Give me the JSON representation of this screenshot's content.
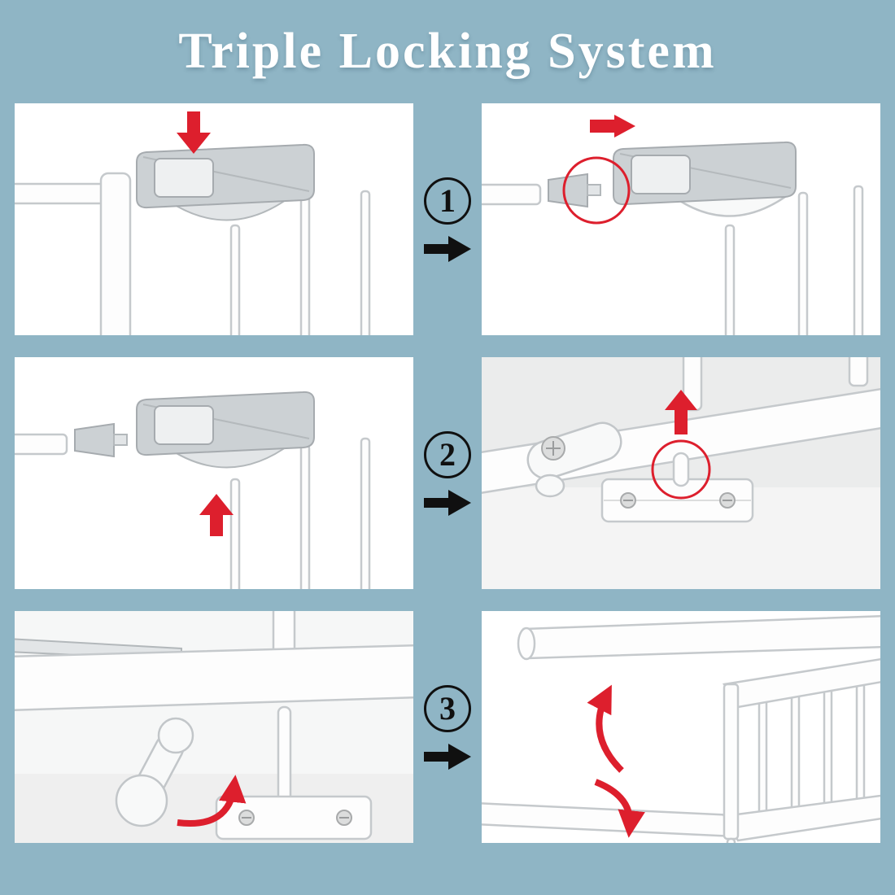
{
  "page": {
    "title": "Triple Locking System",
    "colors": {
      "bg": "#8fb5c5",
      "red": "#dd1f2d",
      "black": "#101010",
      "title": "#ffffff",
      "panel": "#ffffff"
    }
  },
  "steps": [
    {
      "number": "1",
      "name": "press-and-slide-handle"
    },
    {
      "number": "2",
      "name": "lift-handle-and-bottom-pin"
    },
    {
      "number": "3",
      "name": "turn-lever-and-swing-gate"
    }
  ]
}
